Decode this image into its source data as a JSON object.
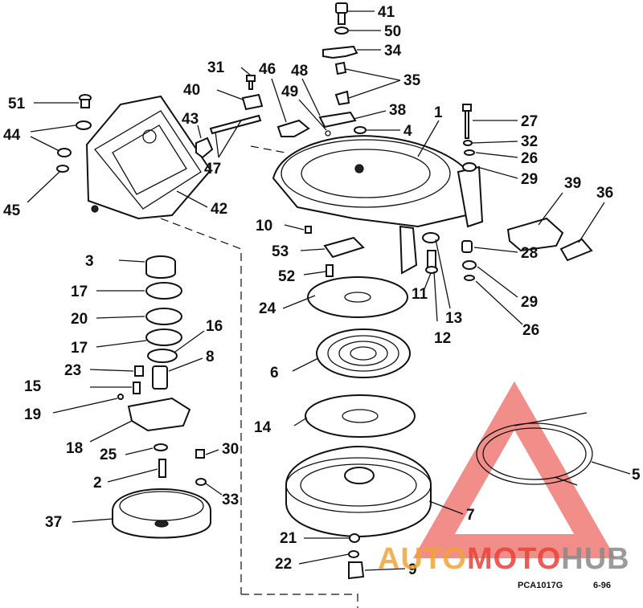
{
  "callouts": [
    "41",
    "50",
    "34",
    "35",
    "31",
    "40",
    "46",
    "48",
    "49",
    "38",
    "4",
    "1",
    "27",
    "32",
    "26",
    "29",
    "51",
    "44",
    "43",
    "47",
    "45",
    "42",
    "39",
    "36",
    "10",
    "53",
    "28",
    "3",
    "52",
    "24",
    "11",
    "13",
    "29",
    "17",
    "20",
    "16",
    "17",
    "8",
    "23",
    "15",
    "19",
    "18",
    "6",
    "12",
    "26",
    "14",
    "25",
    "30",
    "2",
    "33",
    "37",
    "5",
    "7",
    "21",
    "22",
    "9"
  ],
  "drawing_code": "PCA1017G",
  "drawing_date": "6-96",
  "watermark": {
    "part1": "AUTO",
    "part2": "MOTO",
    "part3": "HUB"
  },
  "colors": {
    "watermark_red": "#e8423a",
    "watermark_orange": "#f2a33a",
    "watermark_gray": "#8a8a8a",
    "ink": "#111111"
  }
}
